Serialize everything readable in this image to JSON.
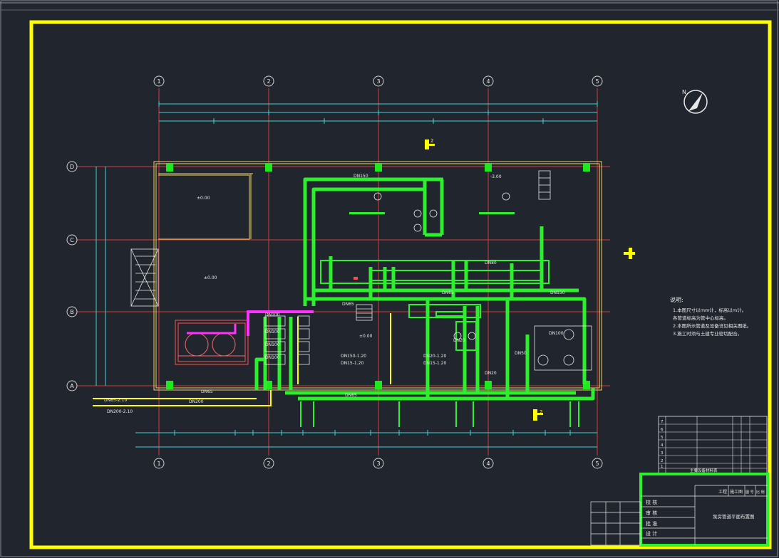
{
  "grid": {
    "columns": [
      "1",
      "2",
      "3",
      "4",
      "5"
    ],
    "rows": [
      "D",
      "C",
      "B",
      "A"
    ]
  },
  "north_marker": "N",
  "section_marks": [
    "2",
    "2"
  ],
  "pipe_labels": {
    "top_main": "DN150",
    "upper_mid": "DN65",
    "middle": "DN65",
    "lower_main": "DN65",
    "bottom_left": "DN200",
    "bottom_right_small": "DN20",
    "left_main": "DN65",
    "dn100_a": "DN100",
    "dn100_b": "DN100",
    "dn100_c": "DN100",
    "dn100_d": "DN100",
    "dn80": "DN80",
    "dn150_r": "DN150",
    "dn100_r": "DN100",
    "dn50": "DN50",
    "dn20_mid": "DN20"
  },
  "annotations": {
    "level_1": "±0.00",
    "level_2": "±0.00",
    "level_3": "±0.00",
    "level_4": "-3.00",
    "left_note_1": "DN65-2.10",
    "left_note_2": "DN200-2.10",
    "mid_note_1": "DN150-1.20",
    "mid_note_2": "DN15-1.20",
    "mid_note_3": "DN20-1.20",
    "mid_note_4": "DN15-1.20"
  },
  "notes": {
    "title": "说明:",
    "items": [
      "1.本图尺寸以mm计，标高以m计。",
      "  各管道标高为管中心标高。",
      "2.本图所示管道及设备详见相关图纸。",
      "3.施工时须与土建专业密切配合。"
    ]
  },
  "equipment_table": {
    "rows": [
      [
        "7",
        "",
        "",
        "",
        ""
      ],
      [
        "6",
        "",
        "",
        "",
        ""
      ],
      [
        "5",
        "",
        "",
        "",
        ""
      ],
      [
        "4",
        "",
        "",
        "",
        ""
      ],
      [
        "3",
        "",
        "",
        "",
        ""
      ],
      [
        "2",
        "",
        "",
        "",
        ""
      ],
      [
        "1",
        "",
        "",
        "",
        ""
      ]
    ],
    "footer": "主要设备材料表"
  },
  "title_block": {
    "labels": [
      "校 核",
      "审 核",
      "批 准",
      "设 计"
    ],
    "project": "工程",
    "stage": "施工图",
    "fields": [
      "图 号",
      "比 例"
    ],
    "drawing_name": "泵房管道平面布置图"
  }
}
